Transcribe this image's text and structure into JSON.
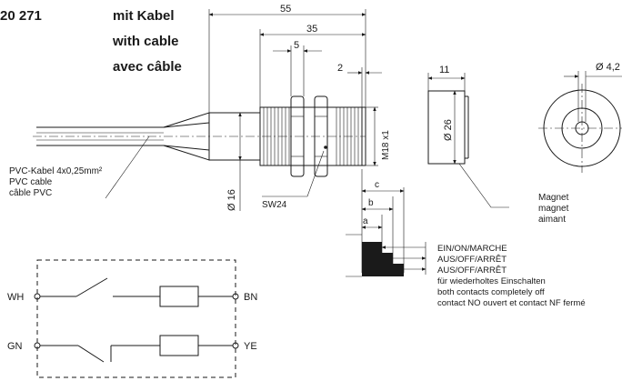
{
  "header": {
    "part_number": "20 271",
    "title_de": "mit Kabel",
    "title_en": "with cable",
    "title_fr": "avec câble"
  },
  "dimensions": {
    "overall_length": "55",
    "thread_length": "35",
    "d5": "5",
    "d2": "2",
    "magnet_thickness": "11",
    "magnet_hole": "Ø 4,2",
    "thread": "M18 x1",
    "magnet_diameter": "Ø 26",
    "body_diameter": "Ø 16",
    "wrench": "SW24",
    "a": "a",
    "b": "b",
    "c": "c"
  },
  "cable_label": [
    "PVC-Kabel 4x0,25mm²",
    "PVC cable",
    "câble PVC"
  ],
  "magnet_label": [
    "Magnet",
    "magnet",
    "aimant"
  ],
  "switching_legend": [
    "EIN/ON/MARCHE",
    "AUS/OFF/ARRÊT",
    "AUS/OFF/ARRÊT",
    "für wiederholtes Einschalten",
    "both contacts completely off",
    "contact NO ouvert et contact NF fermé"
  ],
  "wiring": {
    "top_left": "WH",
    "top_right": "BN",
    "bottom_left": "GN",
    "bottom_right": "YE"
  }
}
